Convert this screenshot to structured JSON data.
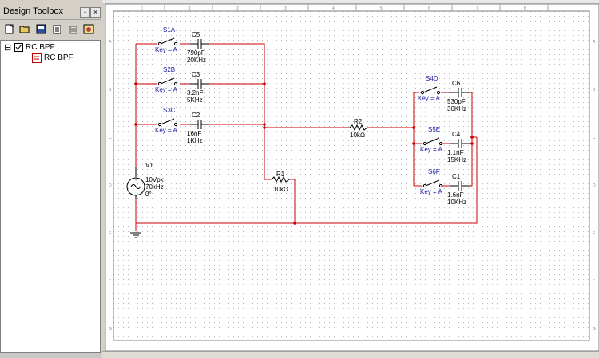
{
  "toolbox": {
    "title": "Design Toolbox",
    "minimize_label": "-",
    "close_label": "×",
    "icons": [
      "new-design-icon",
      "open-icon",
      "save-icon",
      "new-sheet-icon",
      "delete-icon",
      "hierarchy-icon"
    ],
    "tree": {
      "collapse_glyph": "⊟",
      "design_name": "RC BPF",
      "sheet_name": "RC BPF"
    }
  },
  "schematic": {
    "col_labels": [
      "0",
      "1",
      "2",
      "3",
      "4",
      "5",
      "6",
      "7",
      "8"
    ],
    "row_labels": [
      "A",
      "B",
      "C",
      "D",
      "E",
      "F",
      "G"
    ],
    "wire_color": "#cc0000",
    "source": {
      "ref": "V1",
      "amp": "10Vpk",
      "freq": "70kHz",
      "phase": "0°"
    },
    "switches": [
      {
        "ref": "S1A",
        "key": "Key = A"
      },
      {
        "ref": "S2B",
        "key": "Key = A"
      },
      {
        "ref": "S3C",
        "key": "Key = A"
      },
      {
        "ref": "S4D",
        "key": "Key = A"
      },
      {
        "ref": "S5E",
        "key": "Key = A"
      },
      {
        "ref": "S6F",
        "key": "Key = A"
      }
    ],
    "capacitors": [
      {
        "ref": "C5",
        "value": "790pF",
        "note": "20KHz"
      },
      {
        "ref": "C3",
        "value": "3.2nF",
        "note": "5KHz"
      },
      {
        "ref": "C2",
        "value": "16nF",
        "note": "1KHz"
      },
      {
        "ref": "C6",
        "value": "530pF",
        "note": "30KHz"
      },
      {
        "ref": "C4",
        "value": "1.1nF",
        "note": "15KHz"
      },
      {
        "ref": "C1",
        "value": "1.6nF",
        "note": "10KHz"
      }
    ],
    "resistors": [
      {
        "ref": "R1",
        "value": "10kΩ"
      },
      {
        "ref": "R2",
        "value": "10kΩ"
      }
    ]
  }
}
